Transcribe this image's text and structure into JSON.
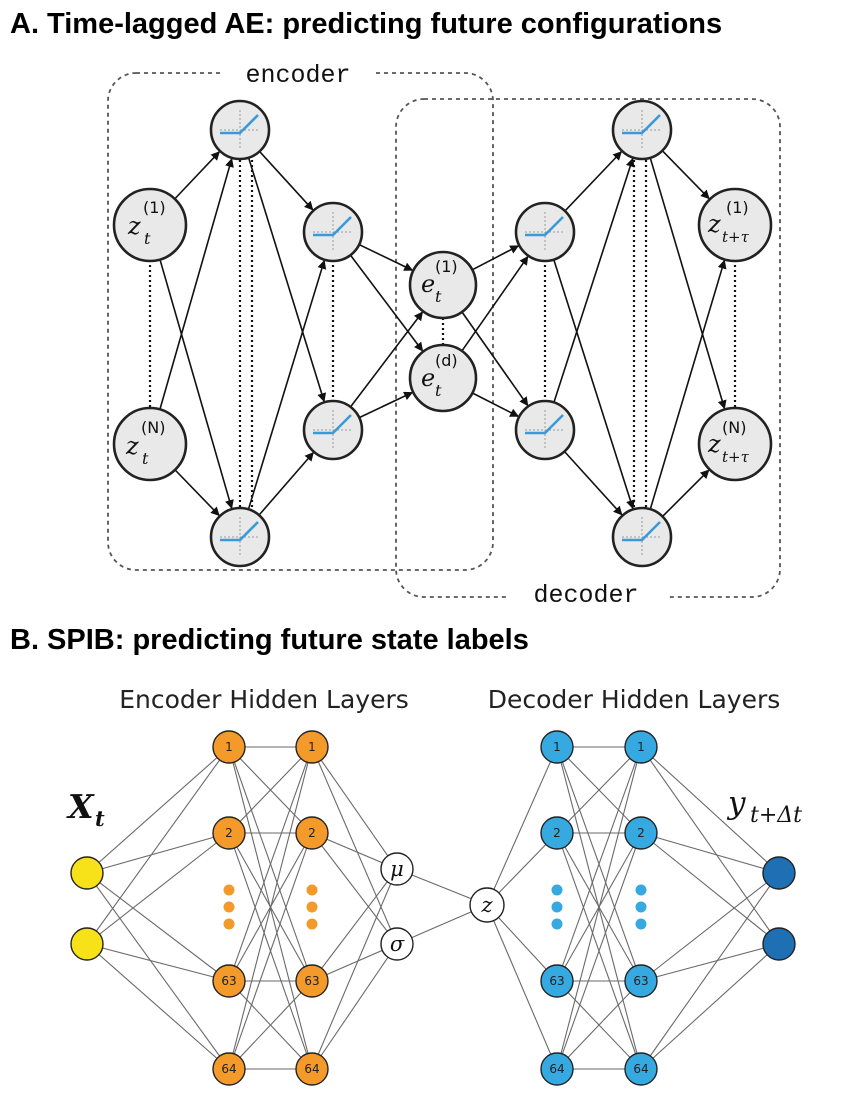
{
  "panel_a": {
    "title": "A.  Time-lagged AE: predicting future configurations",
    "encoder_label": "encoder",
    "decoder_label": "decoder",
    "input_nodes": [
      {
        "base": "z",
        "sub": "t",
        "sup": "(1)"
      },
      {
        "base": "z",
        "sub": "t",
        "sup": "(N)"
      }
    ],
    "latent_nodes": [
      {
        "base": "e",
        "sub": "t",
        "sup": "(1)"
      },
      {
        "base": "e",
        "sub": "t",
        "sup": "(d)"
      }
    ],
    "output_nodes": [
      {
        "base": "z",
        "sub": "t+τ",
        "sup": "(1)"
      },
      {
        "base": "z",
        "sub": "t+τ",
        "sup": "(N)"
      }
    ],
    "activation_icon": "relu-icon",
    "colors": {
      "relu": "#3a9ad9",
      "node_fill": "#e9e9e9",
      "stroke": "#222222"
    }
  },
  "panel_b": {
    "title": "B.  SPIB: predicting future state labels",
    "encoder_label": "Encoder Hidden Layers",
    "decoder_label": "Decoder Hidden Layers",
    "input_label": "X",
    "input_sub": "t",
    "output_label": "y",
    "output_sub": "t+Δt",
    "mu_label": "μ",
    "sigma_label": "σ",
    "z_label": "z",
    "hidden_node_labels": [
      "1",
      "2",
      "63",
      "64"
    ],
    "colors": {
      "input": "#f7e21a",
      "encoder": "#f39a2b",
      "decoder": "#36a9e1",
      "output": "#1f6fb5"
    }
  }
}
